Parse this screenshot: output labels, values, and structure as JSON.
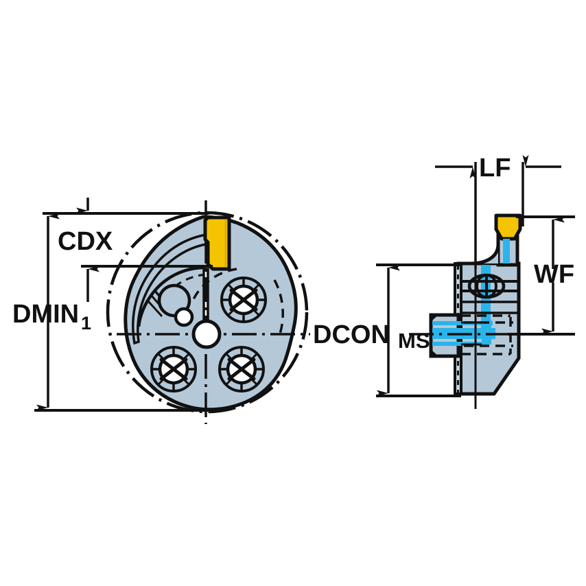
{
  "document": {
    "type": "technical-engineering-drawing",
    "subject": "Indexable grooving / parting tool head with coupling",
    "views": [
      {
        "id": "front-view",
        "name": "Front view (end view)"
      },
      {
        "id": "side-view",
        "name": "Side view (section)"
      }
    ]
  },
  "dimensions": {
    "cdx": {
      "label": "CDX",
      "view": "front-view"
    },
    "dmin": {
      "label": "DMIN",
      "subscript": "1",
      "view": "front-view"
    },
    "dcon": {
      "label": "DCON",
      "subscript": "MS",
      "view": "side-view"
    },
    "lf": {
      "label": "LF",
      "view": "side-view"
    },
    "wf": {
      "label": "WF",
      "view": "side-view"
    }
  },
  "colors": {
    "body_fill": "#b4c8d8",
    "body_fill_light": "#c3d4e0",
    "insert_fill": "#f5c400",
    "insert_fill_dark": "#e8b800",
    "coolant_fill": "#2ab4ea",
    "line": "#111111",
    "white": "#ffffff",
    "background": "#ffffff"
  },
  "features": {
    "front_view": {
      "name": "front-view-geometry",
      "outer_circle": "DMIN1 envelope (dash-dot construction circle)",
      "insert": "yellow carbide grooving insert at top",
      "screws": [
        "screw-hole-right-upper",
        "screw-hole-left-lower",
        "screw-hole-right-lower"
      ],
      "center_hole": "center coolant/pilot hole",
      "coolant_outlets": [
        "coolant-outlet-large",
        "coolant-outlet-small"
      ],
      "centerlines": [
        "horizontal-centerline",
        "vertical-centerline"
      ]
    },
    "side_view": {
      "name": "side-view-geometry",
      "insert": "yellow carbide insert profile",
      "coupling": "MS coupling shank",
      "coolant_channels": "internal coolant channels shown in cyan",
      "clamp_screw": "clamping screw section",
      "chamfer": "lower chamfer"
    }
  }
}
